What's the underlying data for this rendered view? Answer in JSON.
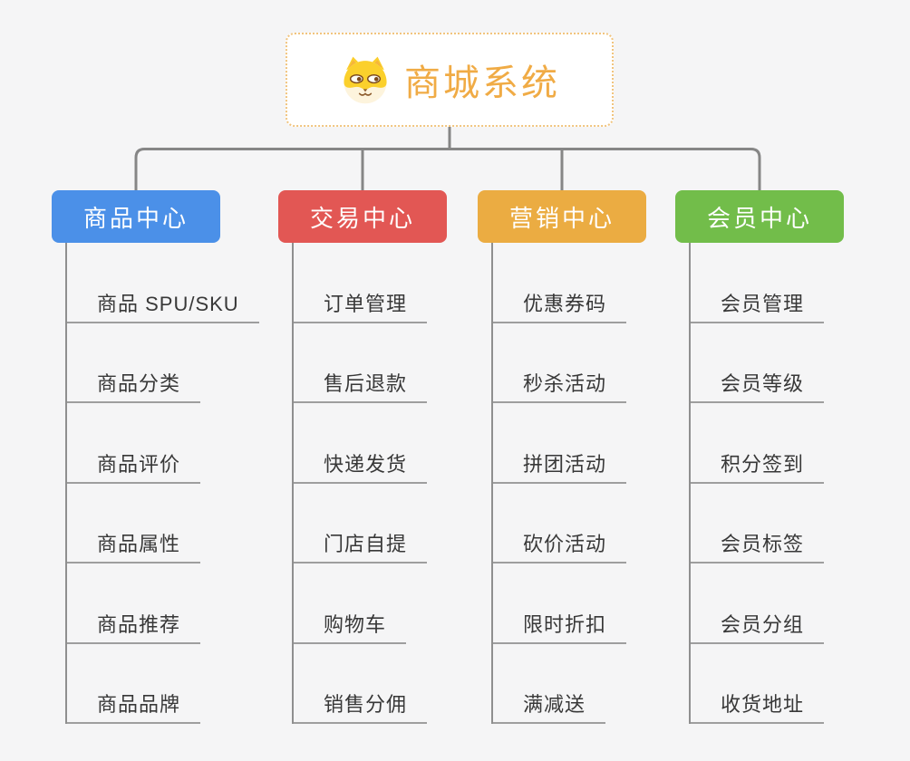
{
  "root": {
    "title": "商城系统",
    "icon": "shiba-dog-icon"
  },
  "colors": {
    "background": "#f5f5f6",
    "connector": "#868686",
    "root_border": "#f1c47e",
    "root_text": "#f0ab45",
    "branch_blue": "#4b90e8",
    "branch_red": "#e25754",
    "branch_orange": "#ebac42",
    "branch_green": "#72bd4a",
    "item_text": "#383838",
    "item_underline": "#9e9e9e"
  },
  "branches": [
    {
      "label": "商品中心",
      "color": "#4b90e8",
      "items": [
        "商品 SPU/SKU",
        "商品分类",
        "商品评价",
        "商品属性",
        "商品推荐",
        "商品品牌"
      ]
    },
    {
      "label": "交易中心",
      "color": "#e25754",
      "items": [
        "订单管理",
        "售后退款",
        "快递发货",
        "门店自提",
        "购物车",
        "销售分佣"
      ]
    },
    {
      "label": "营销中心",
      "color": "#ebac42",
      "items": [
        "优惠券码",
        "秒杀活动",
        "拼团活动",
        "砍价活动",
        "限时折扣",
        "满减送"
      ]
    },
    {
      "label": "会员中心",
      "color": "#72bd4a",
      "items": [
        "会员管理",
        "会员等级",
        "积分签到",
        "会员标签",
        "会员分组",
        "收货地址"
      ]
    }
  ]
}
